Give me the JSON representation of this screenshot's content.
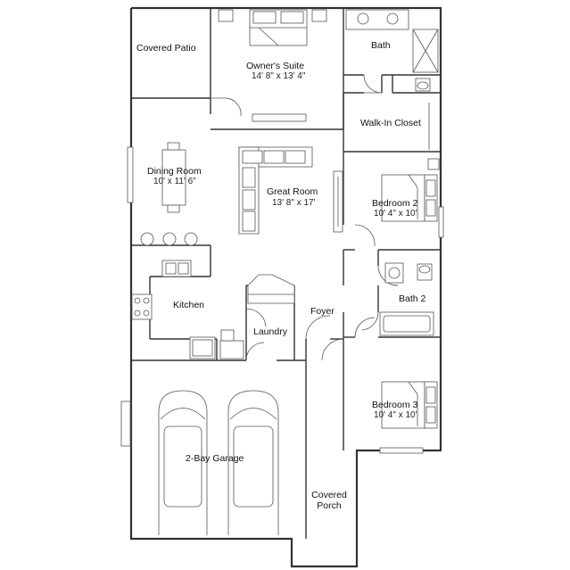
{
  "rooms": {
    "covered_patio": {
      "label": "Covered Patio"
    },
    "owners_suite": {
      "label": "Owner's Suite",
      "dims": "14' 8\" x 13' 4\""
    },
    "bath": {
      "label": "Bath"
    },
    "walk_in_closet": {
      "label": "Walk-In Closet"
    },
    "dining_room": {
      "label": "Dining Room",
      "dims": "10' x 11' 6\""
    },
    "great_room": {
      "label": "Great Room",
      "dims": "13' 8\" x 17'"
    },
    "bedroom_2": {
      "label": "Bedroom 2",
      "dims": "10' 4\" x 10'"
    },
    "kitchen": {
      "label": "Kitchen"
    },
    "bath_2": {
      "label": "Bath 2"
    },
    "foyer": {
      "label": "Foyer"
    },
    "laundry": {
      "label": "Laundry"
    },
    "bedroom_3": {
      "label": "Bedroom 3",
      "dims": "10' 4\" x 10'"
    },
    "garage": {
      "label": "2-Bay Garage"
    },
    "covered_porch": {
      "label_line1": "Covered",
      "label_line2": "Porch"
    }
  }
}
